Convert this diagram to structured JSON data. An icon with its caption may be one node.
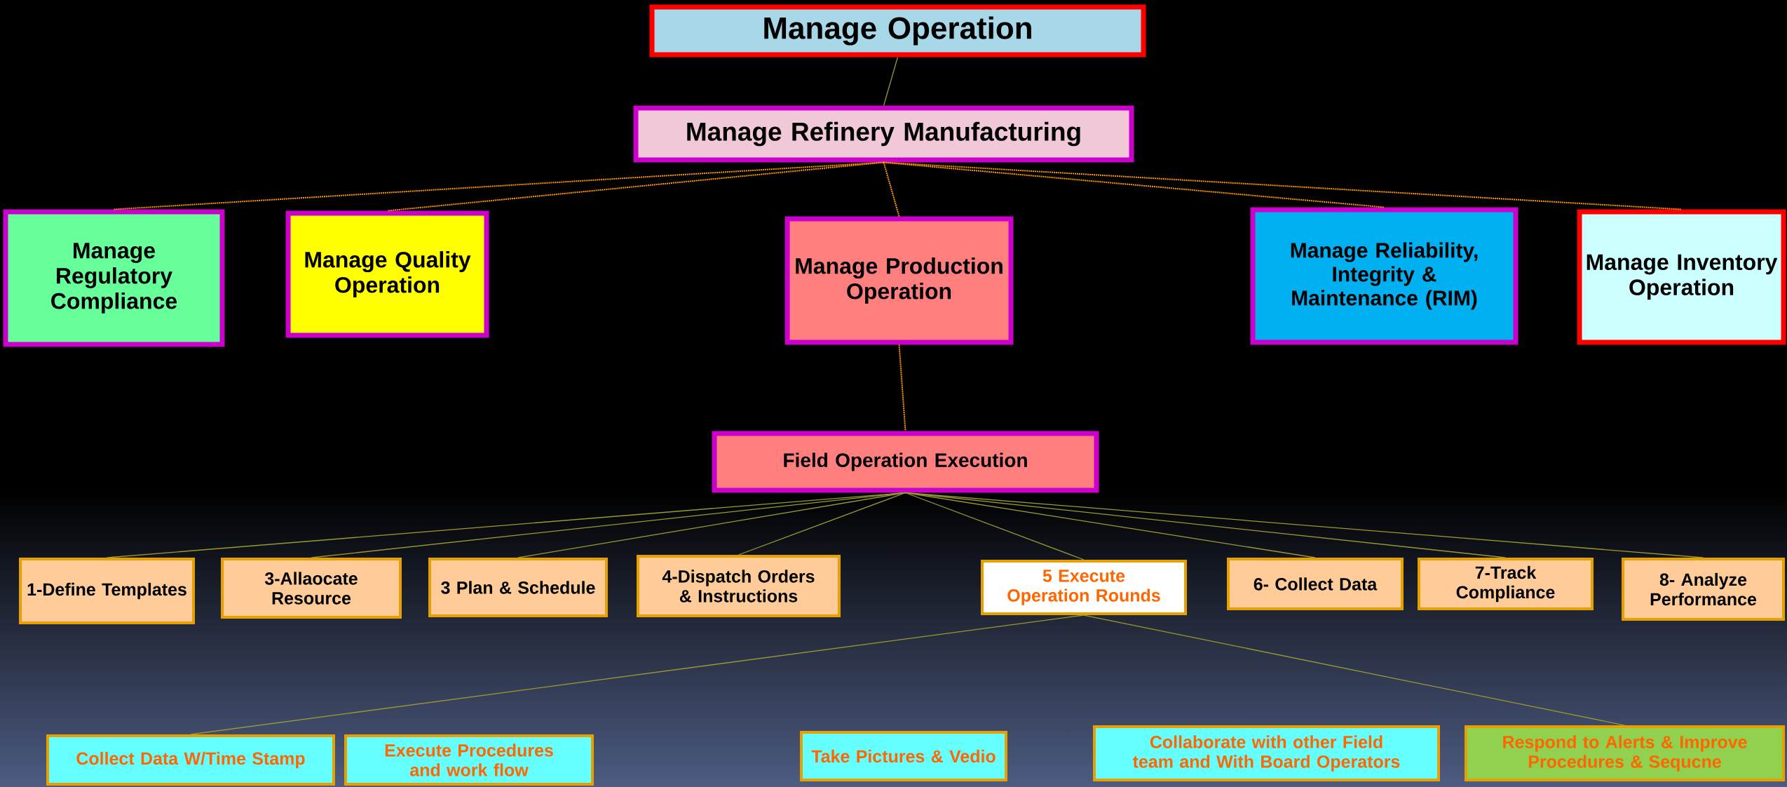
{
  "diagram": {
    "nodes": [
      {
        "text": [
          "Manage Operation"
        ]
      },
      {
        "text": [
          "Manage Refinery Manufacturing"
        ]
      },
      {
        "text": [
          "Manage Regulatory Compliance"
        ]
      },
      {
        "text": [
          "Manage Quality Operation"
        ]
      },
      {
        "text": [
          "Manage Production Operation"
        ]
      },
      {
        "text": [
          "Manage Reliability, Integrity & Maintenance (RIM)"
        ]
      },
      {
        "text": [
          "Manage Inventory Operation"
        ]
      },
      {
        "text": [
          "Field Operation Execution"
        ]
      },
      {
        "text": [
          "1-Define Templates"
        ]
      },
      {
        "text": [
          "3-Allaocate Resource"
        ]
      },
      {
        "text": [
          "3 Plan & Schedule"
        ]
      },
      {
        "text": [
          "4-Dispatch Orders & Instructions"
        ]
      },
      {
        "text": [
          "5 Execute Operation Rounds"
        ]
      },
      {
        "text": [
          "6- Collect Data"
        ]
      },
      {
        "text": [
          "7-Track Compliance"
        ]
      },
      {
        "text": [
          "8- Analyze Performance"
        ]
      },
      {
        "text": [
          "Collect Data W/Time Stamp"
        ]
      },
      {
        "text": [
          "Execute Procedures and work flow"
        ]
      },
      {
        "text": [
          "Take Pictures & Vedio"
        ]
      },
      {
        "text": [
          "Collaborate with other Field team and With Board Operators"
        ]
      },
      {
        "text": [
          "Respond to Alerts & Improve Procedures & Sequcne"
        ]
      }
    ],
    "edges": [
      {
        "from": 0,
        "to": 1,
        "arrow": "none"
      },
      {
        "from": 1,
        "to": 2,
        "arrow": "none",
        "style": "dashed",
        "color": "#ff9900"
      },
      {
        "from": 1,
        "to": 3,
        "arrow": "none",
        "style": "dashed",
        "color": "#ff9900"
      },
      {
        "from": 1,
        "to": 4,
        "arrow": "none",
        "style": "dashed",
        "color": "#ff9900"
      },
      {
        "from": 1,
        "to": 5,
        "arrow": "none",
        "style": "dashed",
        "color": "#ff9900"
      },
      {
        "from": 1,
        "to": 6,
        "arrow": "none",
        "style": "dashed",
        "color": "#ff9900"
      },
      {
        "from": 4,
        "to": 7,
        "arrow": "none",
        "style": "dashed",
        "color": "#ff9900"
      },
      {
        "from": 7,
        "to": 8,
        "arrow": "none"
      },
      {
        "from": 7,
        "to": 9,
        "arrow": "none"
      },
      {
        "from": 7,
        "to": 10,
        "arrow": "none"
      },
      {
        "from": 7,
        "to": 11,
        "arrow": "none"
      },
      {
        "from": 7,
        "to": 12,
        "arrow": "none"
      },
      {
        "from": 7,
        "to": 13,
        "arrow": "none"
      },
      {
        "from": 7,
        "to": 14,
        "arrow": "none"
      },
      {
        "from": 7,
        "to": 15,
        "arrow": "none"
      },
      {
        "from": 12,
        "to": 16,
        "arrow": "none"
      },
      {
        "from": 12,
        "to": 20,
        "arrow": "none"
      }
    ]
  }
}
